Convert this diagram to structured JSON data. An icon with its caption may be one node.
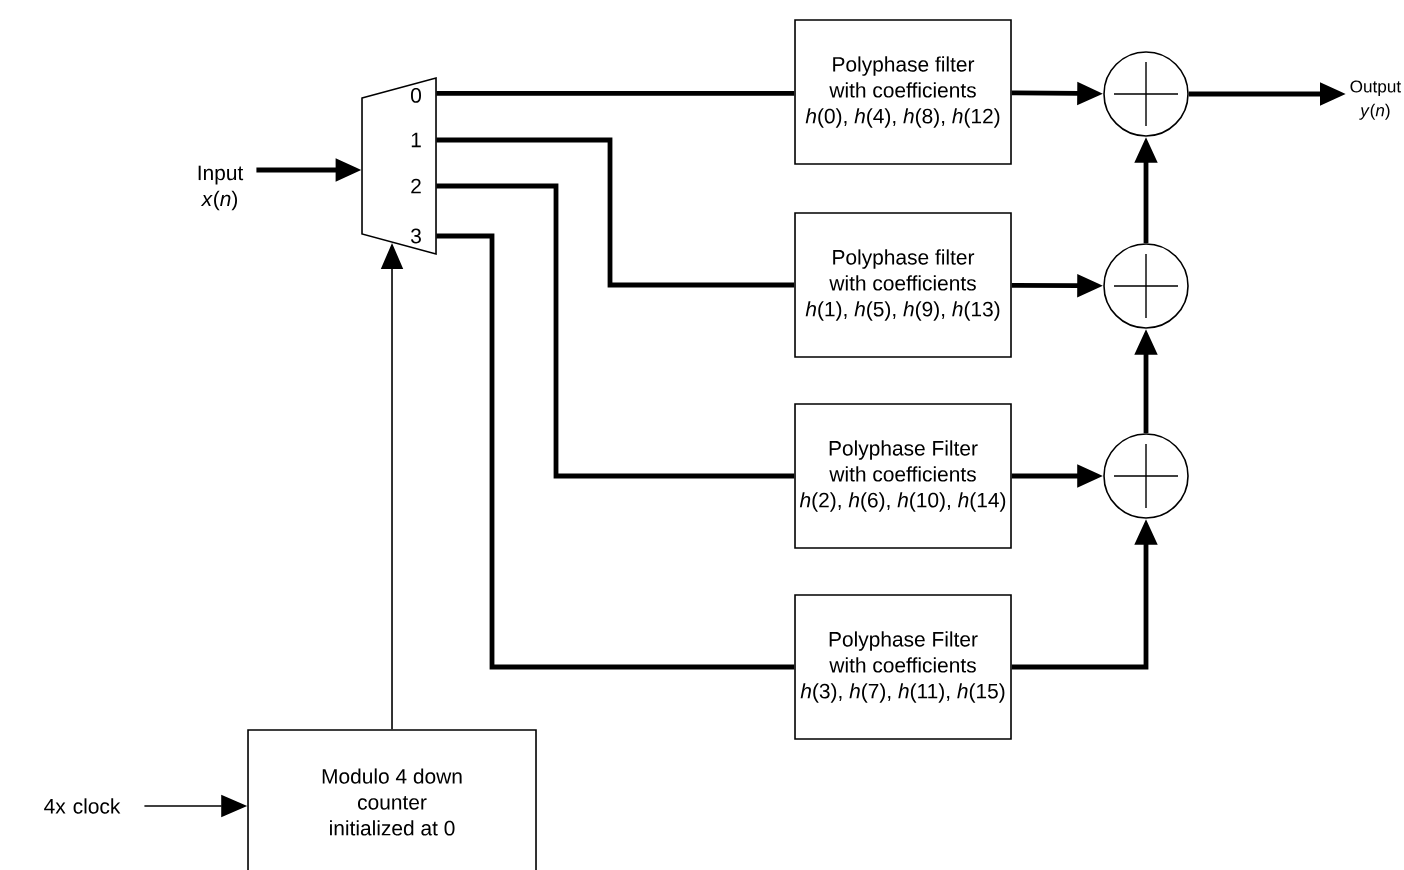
{
  "diagram": {
    "nodes": [
      {
        "text": [
          "Input *x*(*n*)"
        ]
      },
      {
        "text": [
          "0",
          "1",
          "2",
          "3"
        ]
      },
      {
        "text": [
          "Polyphase filter with coefficients",
          "*h*(0), *h*(4), *h*(8), *h*(12)"
        ]
      },
      {
        "text": [
          "Polyphase filter with coefficients",
          "*h*(1), *h*(5), *h*(9), *h*(13)"
        ]
      },
      {
        "text": [
          "Polyphase Filter with coefficients",
          "*h*(2), *h*(6), *h*(10), *h*(14)"
        ]
      },
      {
        "text": [
          "Polyphase Filter with coefficients",
          "*h*(3), *h*(7), *h*(11), *h*(15)"
        ]
      },
      {
        "text": [],
        "shape": "circle"
      },
      {
        "text": [],
        "shape": "circle"
      },
      {
        "text": [],
        "shape": "circle"
      },
      {
        "text": [
          "Output *y*(*n*)"
        ]
      },
      {
        "text": [
          "Modulo 4 down counter initialized at 0"
        ]
      },
      {
        "text": [
          "4x clock"
        ]
      }
    ],
    "edges": [
      {
        "from": 0,
        "to": 1,
        "arrow": "to"
      },
      {
        "from": 1,
        "to": 2,
        "arrow": "none"
      },
      {
        "from": 1,
        "to": 3,
        "arrow": "none"
      },
      {
        "from": 1,
        "to": 4,
        "arrow": "none"
      },
      {
        "from": 1,
        "to": 5,
        "arrow": "none"
      },
      {
        "from": 2,
        "to": 6,
        "arrow": "to"
      },
      {
        "from": 3,
        "to": 7,
        "arrow": "to"
      },
      {
        "from": 4,
        "to": 8,
        "arrow": "to"
      },
      {
        "from": 5,
        "to": 8,
        "arrow": "to"
      },
      {
        "from": 8,
        "to": 7,
        "arrow": "to"
      },
      {
        "from": 7,
        "to": 6,
        "arrow": "to"
      },
      {
        "from": 6,
        "to": 9,
        "arrow": "to"
      },
      {
        "from": 10,
        "to": 1,
        "arrow": "to"
      },
      {
        "from": 11,
        "to": 10,
        "arrow": "to"
      }
    ]
  }
}
